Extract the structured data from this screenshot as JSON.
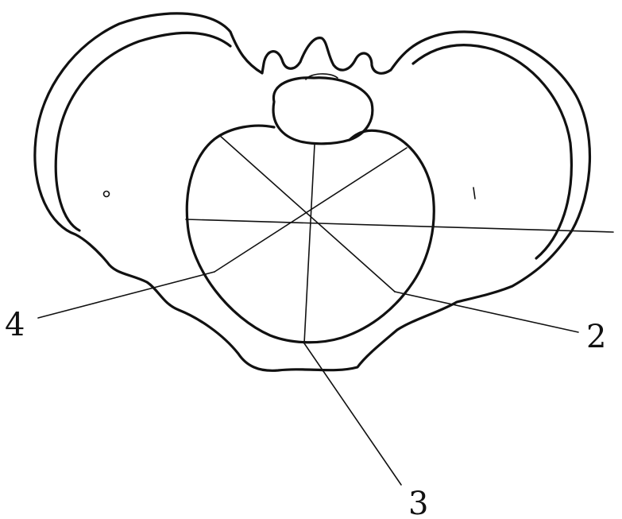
{
  "labels": {
    "label_2": "2",
    "label_3": "3",
    "label_4": "4"
  },
  "colors": {
    "ink": "#111111",
    "background": "#ffffff"
  }
}
